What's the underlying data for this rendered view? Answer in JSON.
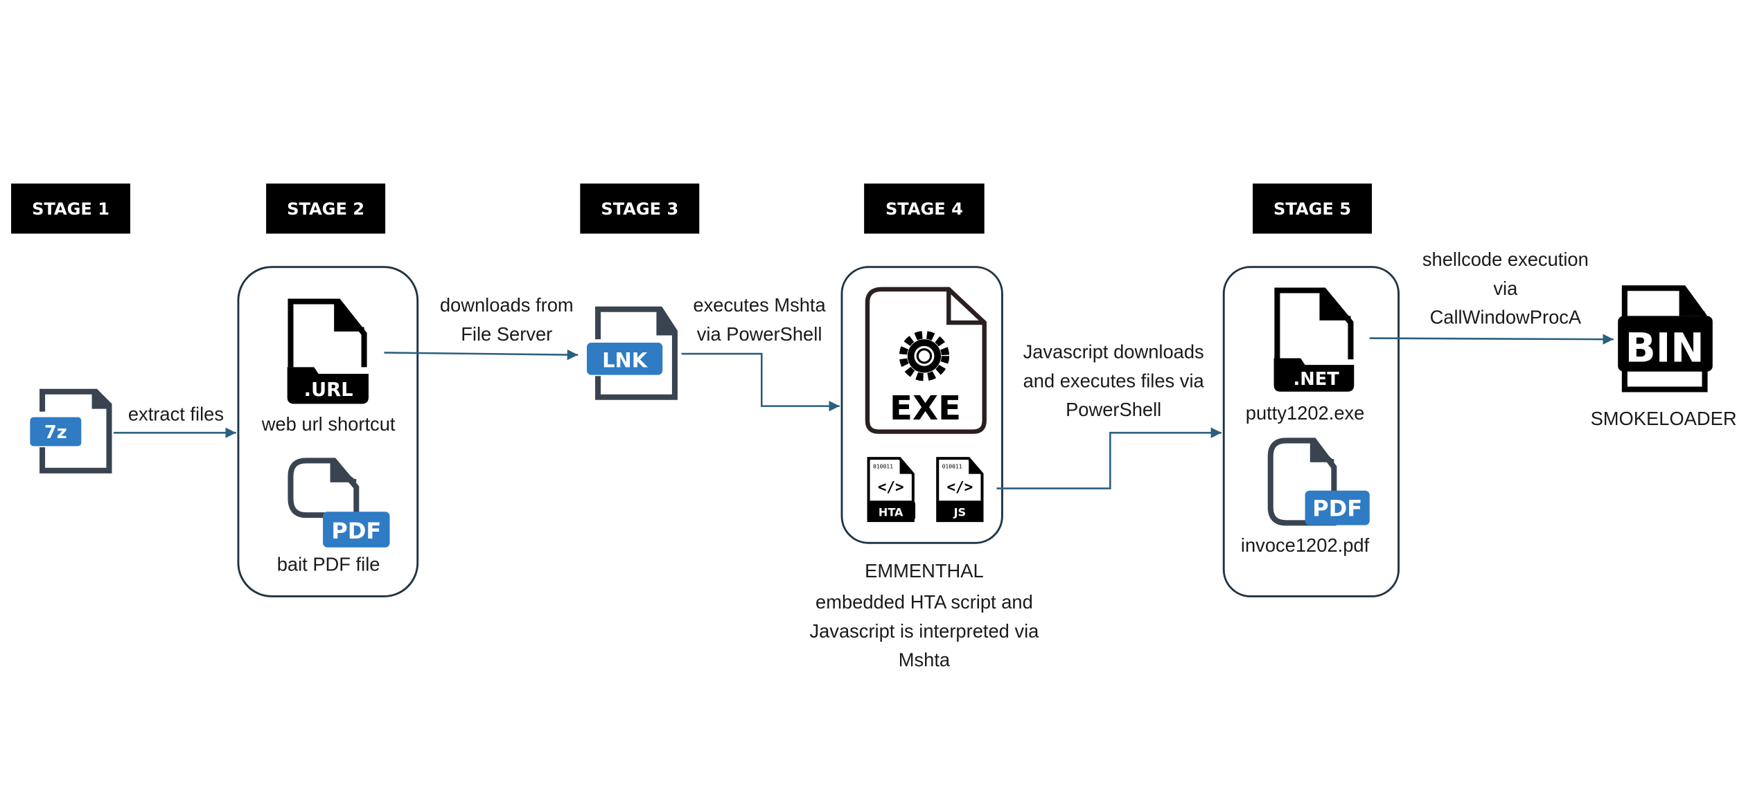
{
  "stages": [
    "STAGE 1",
    "STAGE 2",
    "STAGE 3",
    "STAGE 4",
    "STAGE 5"
  ],
  "colors": {
    "dark": "#3a4350",
    "blue": "#2f7bc4",
    "arrow": "#2a5f80",
    "black": "#000000"
  },
  "stage1": {
    "icon_badge": "7z"
  },
  "stage2": {
    "url_badge": ".URL",
    "url_label": "web url shortcut",
    "pdf_badge": "PDF",
    "pdf_label": "bait PDF file"
  },
  "stage3": {
    "icon_badge": "LNK"
  },
  "stage4": {
    "exe_badge": "EXE",
    "hta_badge": "HTA",
    "js_badge": "JS",
    "binary_text": "010011",
    "name": "EMMENTHAL",
    "description": [
      "embedded HTA script and",
      "Javascript is interpreted via",
      "Mshta"
    ]
  },
  "stage5": {
    "net_badge": ".NET",
    "net_label": "putty1202.exe",
    "pdf_badge": "PDF",
    "pdf_label": "invoce1202.pdf"
  },
  "final": {
    "bin_badge": "BIN",
    "label": "SMOKELOADER"
  },
  "edges": {
    "extract": [
      "extract files"
    ],
    "download": [
      "downloads from",
      "File Server"
    ],
    "mshta": [
      "executes Mshta",
      "via PowerShell"
    ],
    "js": [
      "Javascript downloads",
      "and executes files via",
      "PowerShell"
    ],
    "shellcode": [
      "shellcode execution",
      "via",
      "CallWindowProcA"
    ]
  }
}
